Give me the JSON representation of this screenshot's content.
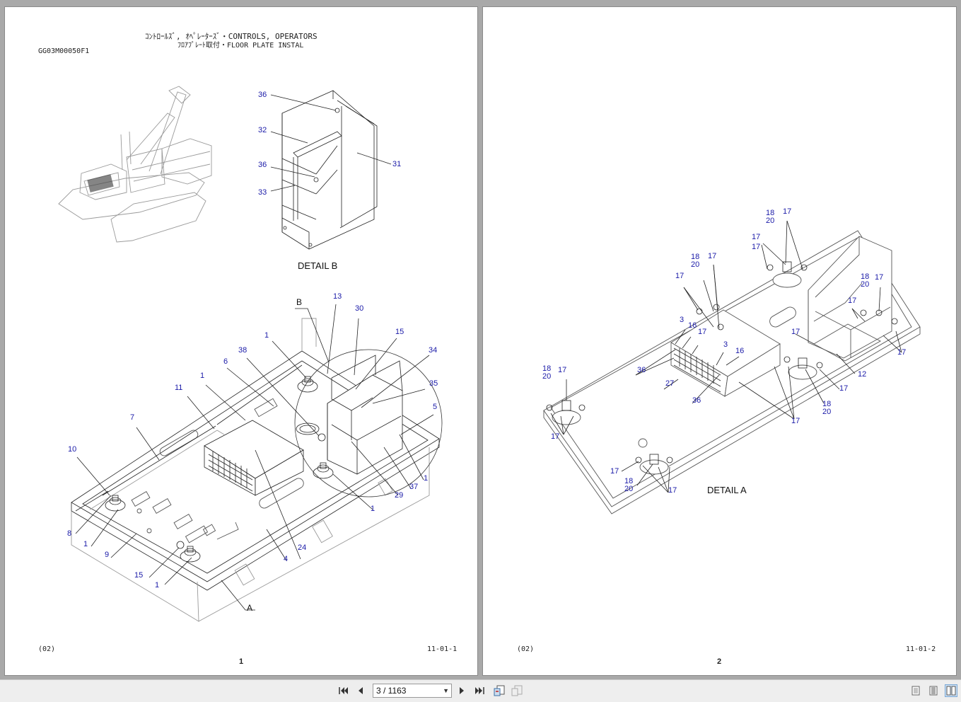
{
  "page1": {
    "title_line1": "ｺﾝﾄﾛｰﾙｽﾞ, ｵﾍﾟﾚｰﾀｰｽﾞ・CONTROLS, OPERATORS",
    "title_line2": "ﾌﾛｱﾌﾟﾚｰﾄ取付・FLOOR PLATE INSTAL",
    "code": "GG03M00050F1",
    "detail_b_label": "DETAIL B",
    "footer_left": "(02)",
    "footer_right": "11-01-1",
    "page_number": "1",
    "callouts_detail_b": [
      "36",
      "32",
      "36",
      "33",
      "31"
    ],
    "callouts_main": [
      "B",
      "13",
      "30",
      "15",
      "34",
      "35",
      "5",
      "1",
      "1",
      "38",
      "6",
      "1",
      "11",
      "7",
      "10",
      "8",
      "1",
      "9",
      "15",
      "1",
      "24",
      "4",
      "37",
      "29",
      "1",
      "A"
    ]
  },
  "page2": {
    "detail_a_label": "DETAIL A",
    "footer_left": "(02)",
    "footer_right": "11-01-2",
    "page_number": "2",
    "callouts": [
      "18",
      "20",
      "17",
      "17",
      "18",
      "20",
      "17",
      "17",
      "18",
      "20",
      "17",
      "17",
      "3",
      "16",
      "17",
      "3",
      "16",
      "36",
      "27",
      "36",
      "17",
      "17",
      "17",
      "18",
      "20",
      "17",
      "12",
      "17",
      "18",
      "20",
      "17",
      "17",
      "17",
      "18",
      "20",
      "17"
    ]
  },
  "toolbar": {
    "page_indicator": "3 / 1163",
    "first_icon": "first-page-icon",
    "prev_icon": "previous-page-icon",
    "next_icon": "next-page-icon",
    "last_icon": "last-page-icon"
  }
}
